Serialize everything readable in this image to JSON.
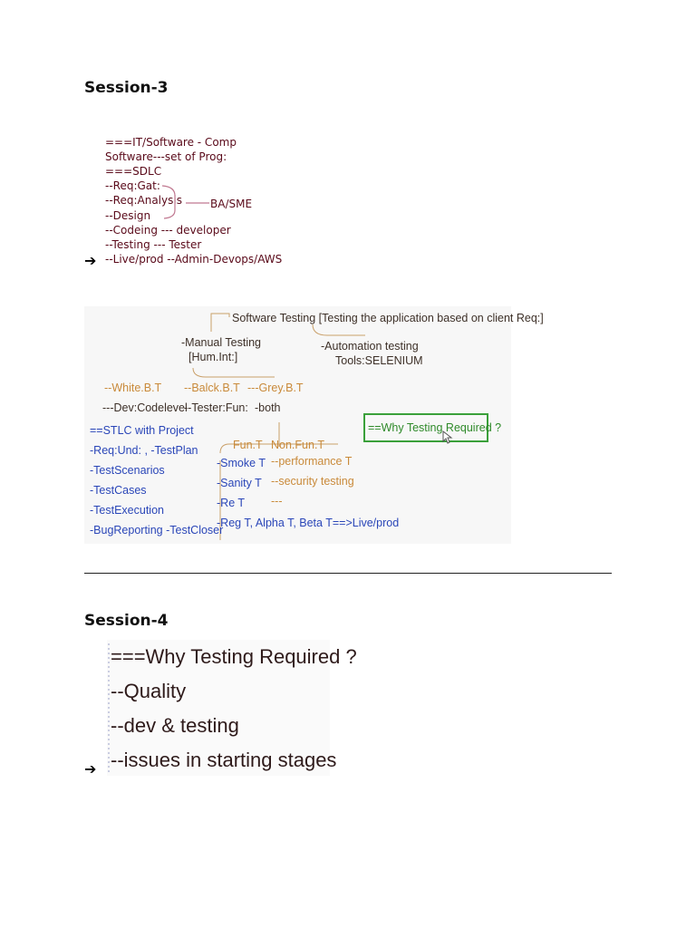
{
  "session3": {
    "heading": "Session-3",
    "notes": [
      "===IT/Software - Comp",
      "Software---set of Prog:",
      "===SDLC",
      "--Req:Gat:",
      "--Req:Analysis",
      "--Design",
      "--Codeing --- developer",
      "--Testing  --- Tester",
      "--Live/prod --Admin-Devops/AWS"
    ],
    "ba_label": "BA/SME",
    "pointer_glyph": "➔"
  },
  "diagram": {
    "root": "Software Testing [Testing the application based on client Req:]",
    "manual": "-Manual Testing",
    "manual_sub": "[Hum.Int:]",
    "automation": "-Automation testing",
    "automation_sub": "Tools:SELENIUM",
    "white": "--White.B.T",
    "black": "--Balck.B.T",
    "grey": "---Grey.B.T",
    "dev": "---Dev:Codelevel",
    "tester": "--Tester:Fun:",
    "both": "-both",
    "stlc": [
      "==STLC with Project",
      "-Req:Und: , -TestPlan",
      "-TestScenarios",
      "-TestCases",
      "-TestExecution",
      "-BugReporting -TestCloser"
    ],
    "fun": "Fun.T",
    "nonfun": "Non.Fun.T",
    "fun_items": [
      "-Smoke T",
      "-Sanity T",
      "-Re T",
      "-Reg T, Alpha T, Beta T==>Live/prod"
    ],
    "nonfun_items": [
      "--performance T",
      "--security testing",
      "---"
    ],
    "why_box": "==Why Testing Required ?"
  },
  "session4": {
    "heading": "Session-4",
    "notes": [
      "===Why Testing Required ?",
      "--Quality",
      "--dev & testing",
      "--issues in starting stages"
    ],
    "pointer_glyph": "➔"
  },
  "colors": {
    "maroon": "#5a0a1a",
    "dark_text": "#3d3028",
    "orange": "#c98a3a",
    "blue": "#2a46b8",
    "green": "#2f8a2a"
  }
}
